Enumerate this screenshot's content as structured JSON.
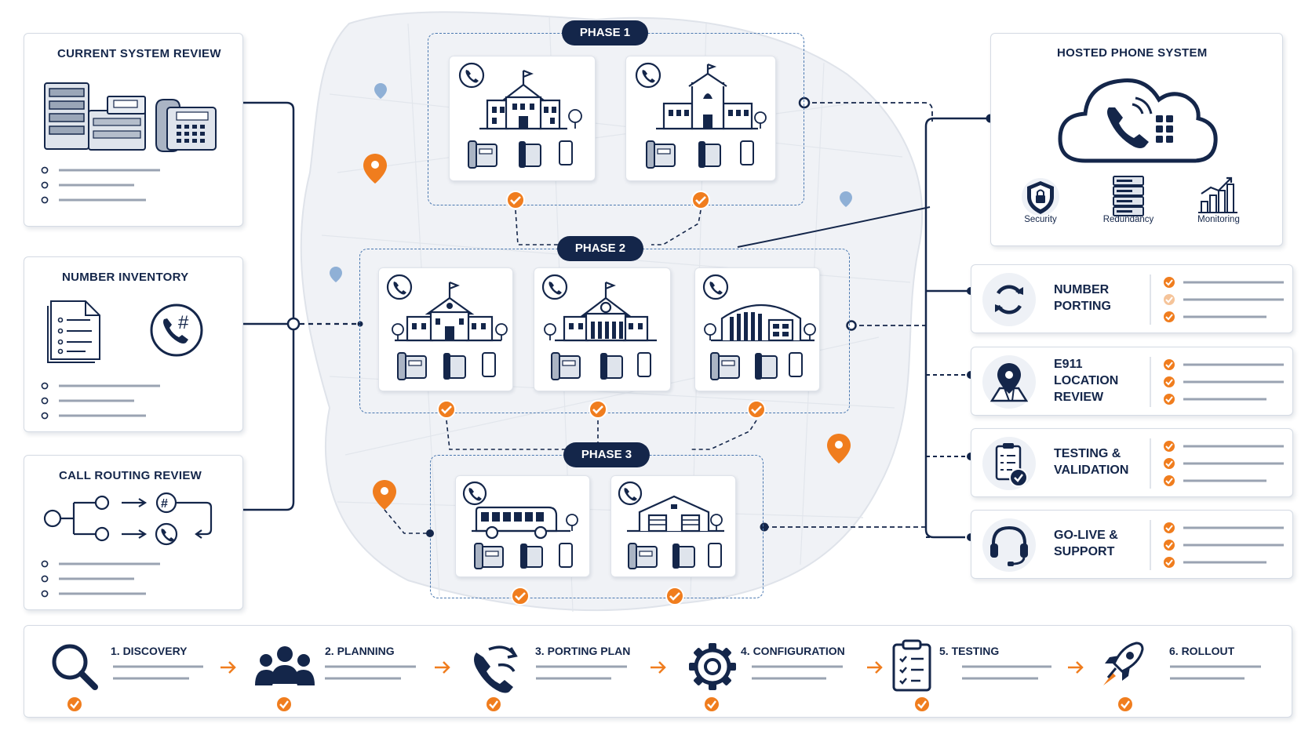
{
  "left_panels": [
    {
      "title": "CURRENT SYSTEM REVIEW"
    },
    {
      "title": "NUMBER INVENTORY"
    },
    {
      "title": "CALL ROUTING REVIEW"
    }
  ],
  "phases": [
    {
      "label": "PHASE 1",
      "sites": [
        "school",
        "school-bell"
      ]
    },
    {
      "label": "PHASE 2",
      "sites": [
        "school",
        "school-clock",
        "gymnasium"
      ]
    },
    {
      "label": "PHASE 3",
      "sites": [
        "school-bus",
        "garage"
      ]
    }
  ],
  "hosted": {
    "title": "HOSTED PHONE SYSTEM",
    "features": [
      "Security",
      "Redundancy",
      "Monitoring"
    ]
  },
  "right_panels": [
    {
      "title": "NUMBER\nPORTING",
      "icon": "sync-icon"
    },
    {
      "title": "E911\nLOCATION\nREVIEW",
      "icon": "location-map-icon"
    },
    {
      "title": "TESTING &\nVALIDATION",
      "icon": "clipboard-check-icon"
    },
    {
      "title": "GO-LIVE &\nSUPPORT",
      "icon": "headset-icon"
    }
  ],
  "steps": [
    {
      "label": "1. DISCOVERY",
      "icon": "magnifier-icon"
    },
    {
      "label": "2. PLANNING",
      "icon": "team-icon"
    },
    {
      "label": "3. PORTING PLAN",
      "icon": "phone-transfer-icon"
    },
    {
      "label": "4. CONFIGURATION",
      "icon": "gear-icon"
    },
    {
      "label": "5. TESTING",
      "icon": "checklist-icon"
    },
    {
      "label": "6. ROLLOUT",
      "icon": "rocket-icon"
    }
  ],
  "colors": {
    "navy": "#14264a",
    "orange": "#f07d1e",
    "dashed": "#4a78b0",
    "map": "#eef1f5"
  }
}
